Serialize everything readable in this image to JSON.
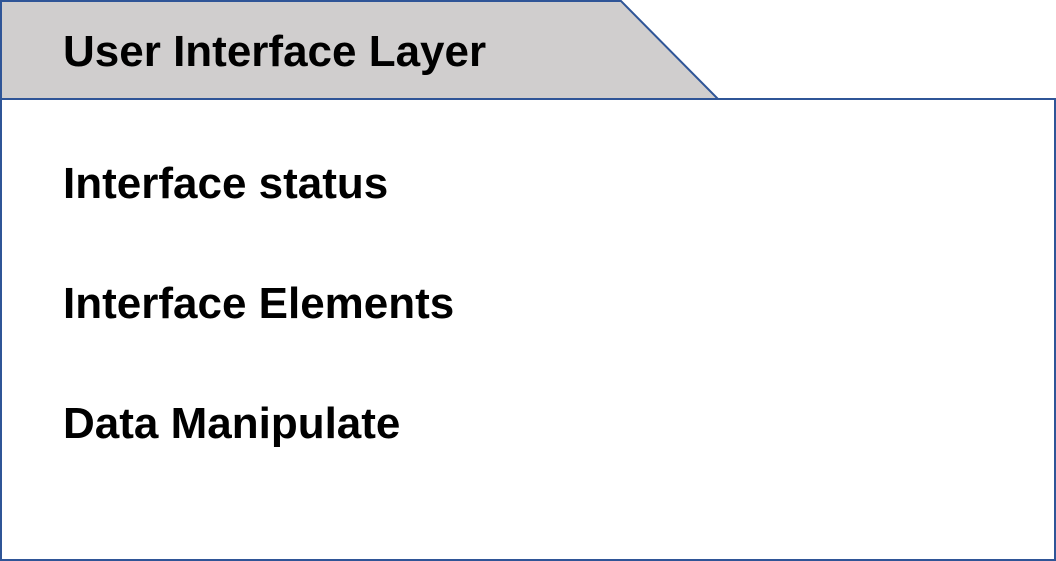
{
  "package": {
    "title": "User Interface Layer",
    "items": [
      "Interface status",
      "Interface Elements",
      "Data Manipulate"
    ]
  },
  "colors": {
    "tab_fill": "#D0CECE",
    "border": "#2F5597",
    "body_fill": "#FFFFFF",
    "text": "#000000"
  }
}
